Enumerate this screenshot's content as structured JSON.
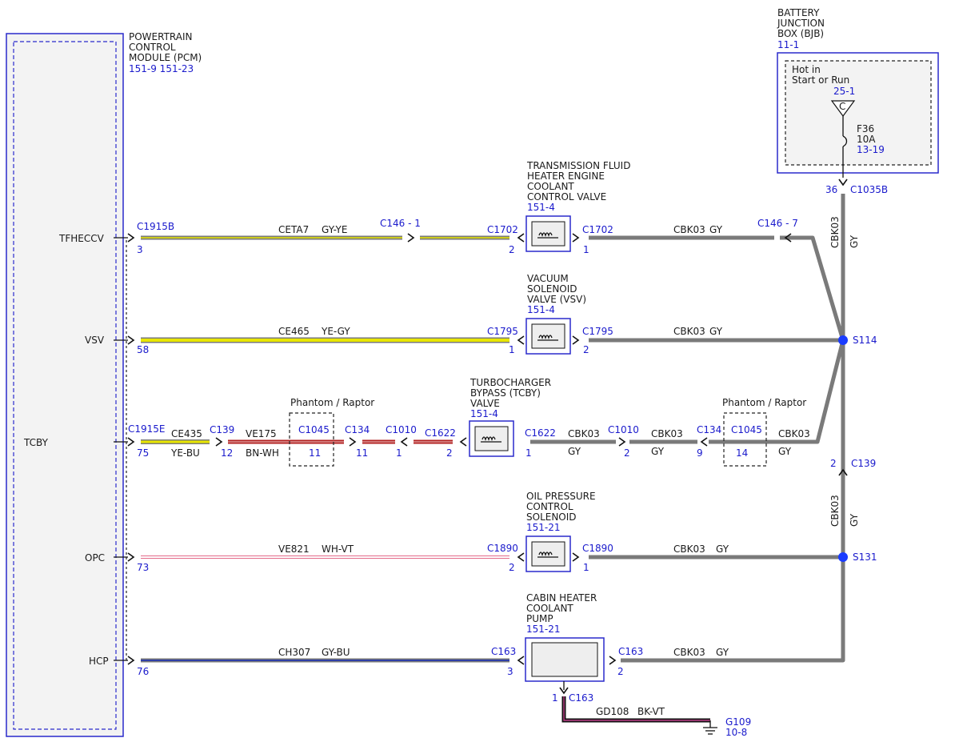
{
  "pcm": {
    "title_lines": [
      "POWERTRAIN",
      "CONTROL",
      "MODULE (PCM)"
    ],
    "refs": "151-9  151-23",
    "pins": {
      "tfheccv": "TFHECCV",
      "vsv": "VSV",
      "tcby": "TCBY",
      "opc": "OPC",
      "hcp": "HCP"
    }
  },
  "bjb": {
    "title_lines": [
      "BATTERY",
      "JUNCTION",
      "BOX (BJB)"
    ],
    "ref": "11-1",
    "hot_lines": [
      "Hot in",
      "Start or Run"
    ],
    "hot_ref": "25-1",
    "c_label": "C",
    "fuse": "F36",
    "amps": "10A",
    "fuse_ref": "13-19",
    "out_pin": "36",
    "out_conn": "C1035B"
  },
  "rows": {
    "tfheccv": {
      "pcm_conn": "C1915B",
      "pcm_pin": "3",
      "circuit": "CETA7",
      "color": "GY-YE",
      "inline_conn": "C146 - 1",
      "dev_conn_left": "C1702",
      "dev_pin_left": "2",
      "dev_conn_right": "C1702",
      "dev_pin_right": "1",
      "device_lines": [
        "TRANSMISSION FLUID",
        "HEATER ENGINE",
        "COOLANT",
        "CONTROL VALVE"
      ],
      "device_ref": "151-4",
      "gnd_circuit": "CBK03",
      "gnd_color": "GY",
      "gnd_conn": "C146 - 7"
    },
    "vsv": {
      "pcm_pin": "58",
      "circuit": "CE465",
      "color": "YE-GY",
      "dev_conn_left": "C1795",
      "dev_pin_left": "1",
      "dev_conn_right": "C1795",
      "dev_pin_right": "2",
      "device_lines": [
        "VACUUM",
        "SOLENOID",
        "VALVE (VSV)"
      ],
      "device_ref": "151-4",
      "gnd_circuit": "CBK03",
      "gnd_color": "GY",
      "splice": "S114"
    },
    "tcby": {
      "pcm_conn": "C1915E",
      "pcm_pin": "75",
      "circuit1": "CE435",
      "color1": "YE-BU",
      "c139": "C139",
      "c139_pin": "12",
      "circuit2": "VE175",
      "color2": "BN-WH",
      "phantom_label": "Phantom / Raptor",
      "c1045": "C1045",
      "c1045_pin": "11",
      "c134": "C134",
      "c134_pin": "11",
      "c1010": "C1010",
      "c1010_pin": "1",
      "c1622": "C1622",
      "c1622_pin": "2",
      "device_lines": [
        "TURBOCHARGER",
        "BYPASS (TCBY)",
        "VALVE"
      ],
      "device_ref": "151-4",
      "dev_conn_right": "C1622",
      "dev_pin_right": "1",
      "gnd_circuit1": "CBK03",
      "gnd_color1": "GY",
      "r_c1010": "C1010",
      "r_c1010_pin": "2",
      "gnd_circuit2": "CBK03",
      "gnd_color2": "GY",
      "r_c134": "C134",
      "r_c134_pin": "9",
      "r_phantom_label": "Phantom / Raptor",
      "r_c1045": "C1045",
      "r_c1045_pin": "14",
      "gnd_circuit3": "CBK03",
      "gnd_color3": "GY"
    },
    "opc": {
      "pcm_pin": "73",
      "circuit": "VE821",
      "color": "WH-VT",
      "dev_conn_left": "C1890",
      "dev_pin_left": "2",
      "dev_conn_right": "C1890",
      "dev_pin_right": "1",
      "device_lines": [
        "OIL PRESSURE",
        "CONTROL",
        "SOLENOID"
      ],
      "device_ref": "151-21",
      "gnd_circuit": "CBK03",
      "gnd_color": "GY",
      "splice": "S131"
    },
    "hcp": {
      "pcm_pin": "76",
      "circuit": "CH307",
      "color": "GY-BU",
      "dev_conn_left": "C163",
      "dev_pin_left": "3",
      "dev_conn_right": "C163",
      "dev_pin_right": "2",
      "device_lines": [
        "CABIN HEATER",
        "COOLANT",
        "PUMP"
      ],
      "device_ref": "151-21",
      "gnd_circuit": "CBK03",
      "gnd_color": "GY",
      "bottom_conn": "C163",
      "bottom_pin": "1",
      "ground_circuit": "GD108",
      "ground_color": "BK-VT",
      "ground_point": "G109",
      "ground_ref": "10-8"
    }
  },
  "vertical": {
    "top_circuit": "CBK03",
    "top_color": "GY",
    "c139_pin": "2",
    "c139": "C139",
    "mid_circuit": "CBK03",
    "mid_color": "GY"
  },
  "colors": {
    "gray": "#7a7a7a",
    "yellow": "#e8e600",
    "red": "#b22222",
    "pink": "#f4b6c2",
    "blue": "#2f3fa8",
    "connector": "#1a1acc"
  }
}
